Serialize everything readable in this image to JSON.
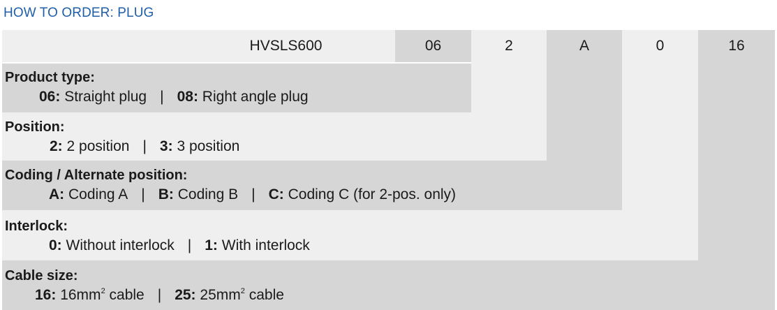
{
  "title": "HOW TO ORDER: PLUG",
  "header": {
    "base": "HVSLS600",
    "codes": [
      "06",
      "2",
      "A",
      "0",
      "16"
    ]
  },
  "sections": [
    {
      "title": "Product type:",
      "options": [
        {
          "code": "06:",
          "label": "Straight plug"
        },
        {
          "code": "08:",
          "label": "Right angle plug"
        }
      ]
    },
    {
      "title": "Position:",
      "options": [
        {
          "code": "2:",
          "label": "2 position"
        },
        {
          "code": "3:",
          "label": "3 position"
        }
      ]
    },
    {
      "title": "Coding / Alternate position:",
      "options": [
        {
          "code": "A:",
          "label": "Coding A"
        },
        {
          "code": "B:",
          "label": "Coding B"
        },
        {
          "code": "C:",
          "label": "Coding C (for 2-pos. only)"
        }
      ]
    },
    {
      "title": "Interlock:",
      "options": [
        {
          "code": "0:",
          "label": "Without interlock"
        },
        {
          "code": "1:",
          "label": "With interlock"
        }
      ]
    },
    {
      "title": "Cable size:",
      "options": [
        {
          "code": "16:",
          "label": "16mm",
          "sup": "2",
          "suffix": " cable"
        },
        {
          "code": "25:",
          "label": "25mm",
          "sup": "2",
          "suffix": " cable"
        }
      ]
    }
  ],
  "separator": "|"
}
